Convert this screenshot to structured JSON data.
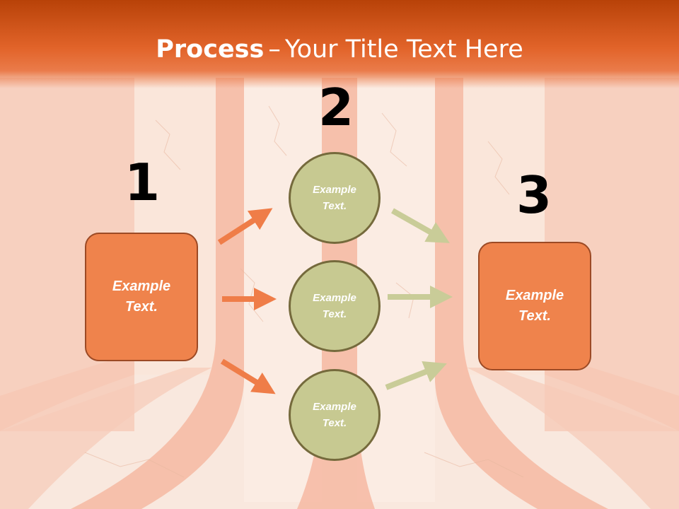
{
  "slide": {
    "title_bold": "Process",
    "title_separator": "–",
    "title_rest": "Your Title Text Here"
  },
  "steps": {
    "one": "1",
    "two": "2",
    "three": "3"
  },
  "left_box": {
    "text_line1": "Example",
    "text_line2": "Text."
  },
  "right_box": {
    "text_line1": "Example",
    "text_line2": "Text."
  },
  "circles": [
    {
      "text_line1": "Example",
      "text_line2": "Text."
    },
    {
      "text_line1": "Example",
      "text_line2": "Text."
    },
    {
      "text_line1": "Example",
      "text_line2": "Text."
    }
  ],
  "colors": {
    "header": "#e2642a",
    "box_fill": "#ef834c",
    "circle_fill": "#c7c991",
    "arrow_orange": "#ef7d48",
    "arrow_green": "#c9cc98"
  }
}
